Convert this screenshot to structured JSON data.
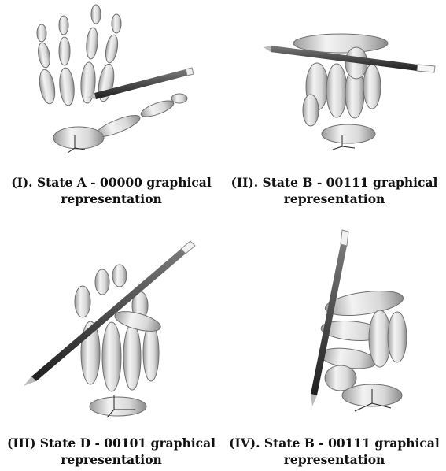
{
  "figure": {
    "panels": [
      {
        "caption_line1": "(I). State A - 00000 graphical",
        "caption_line2": "representation"
      },
      {
        "caption_line1": "(II). State B - 00111 graphical",
        "caption_line2": "representation"
      },
      {
        "caption_line1": "(III) State D - 00101 graphical",
        "caption_line2": "representation"
      },
      {
        "caption_line1": "(IV). State B - 00111 graphical",
        "caption_line2": "representation"
      }
    ]
  },
  "colors": {
    "bone": "#e4e4e4",
    "bone_shadow": "#9c9c9c",
    "pencil": "#4a4a4a",
    "pencil_dark": "#2a2a2a",
    "pencil_end": "#f2f2f2"
  }
}
